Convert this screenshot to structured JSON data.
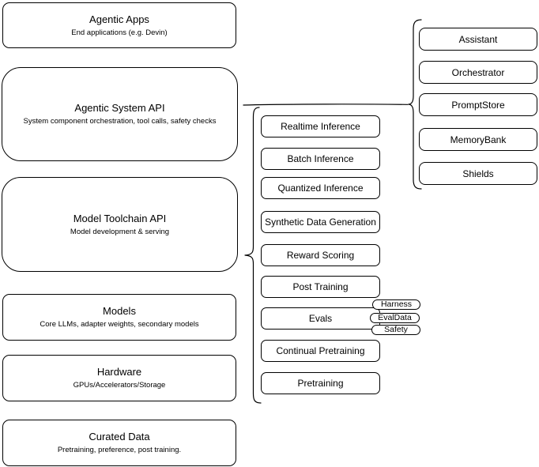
{
  "diagram": {
    "colors": {
      "stroke": "#000000",
      "fill": "#ffffff",
      "text": "#000000"
    },
    "stack_layers": [
      {
        "title": "Agentic Apps",
        "subtitle": "End applications (e.g. Devin)"
      },
      {
        "title": "Agentic System API",
        "subtitle": "System component orchestration, tool calls, safety checks"
      },
      {
        "title": "Model Toolchain API",
        "subtitle": "Model development & serving"
      },
      {
        "title": "Models",
        "subtitle": "Core LLMs, adapter weights, secondary models"
      },
      {
        "title": "Hardware",
        "subtitle": "GPUs/Accelerators/Storage"
      },
      {
        "title": "Curated Data",
        "subtitle": "Pretraining, preference, post training."
      }
    ],
    "toolchain_services": [
      "Realtime Inference",
      "Batch Inference",
      "Quantized Inference",
      "Synthetic Data Generation",
      "Reward Scoring",
      "Post Training",
      "Evals",
      "Continual Pretraining",
      "Pretraining"
    ],
    "evals_tags": [
      "Harness",
      "EvalData",
      "Safety"
    ],
    "system_components": [
      "Assistant",
      "Orchestrator",
      "PromptStore",
      "MemoryBank",
      "Shields"
    ]
  }
}
